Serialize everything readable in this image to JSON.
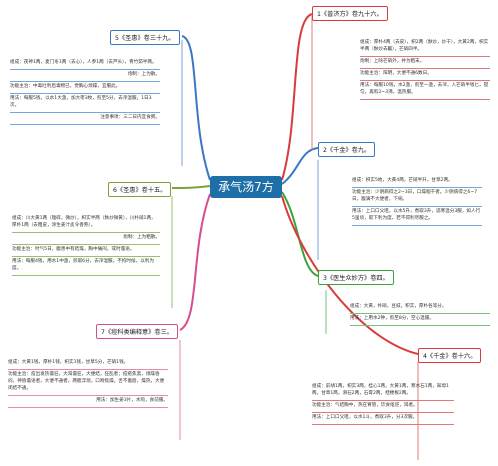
{
  "center": "承气汤7方",
  "branches": {
    "b1": {
      "title": "1《普济方》卷九十六。",
      "items": [
        "组成：厚朴4两（去皮），枳2两（麸炒，炒干），大黄2两，枳实半两（麸炒去瓤），芒硝四半。",
        "炮制：上除芒硝外，并为粗末。",
        "功能主治：阳明，大便不通6数日。",
        "用法：每服10钱，水2盏，煎至一盏，去滓，入芒硝半钱匕，搅匀，再煎2~3沸，温热服。"
      ]
    },
    "b2": {
      "title": "2《千金》卷九。",
      "items": [
        "组成：枳实5枚，大黄4两，芒硝半升，甘草2两。",
        "功能主治：少阴病得之2~3日，口燥咽干者。少阴病得之6~7日，腹满不大便者，下痢。",
        "用法：上口口父咀，以水5升，煮取3升，适寒温分3服，如人行5里顷，取下利为度，若不得利尽服之。"
      ]
    },
    "b3": {
      "title": "3《医生众妙方》卷四。",
      "items": [
        "组成：大黄，朴硝，豆豉，积实，厚朴各等分。",
        "用法：上用水2钟，煎至8分，空心温服。"
      ]
    },
    "b4": {
      "title": "4《千金》卷十六。",
      "items": [
        "组成：前胡1两，枳实3两，桂心1两，大黄1两，寒水石1两，知母1两，甘草1两，滑石2两，石膏2两，栝楼根2两。",
        "功能主治：气结胸中，热在胃管，饮食呕逆，渴者。",
        "用法：上口口父咀，以水1斗，煮取3升，分3次服。"
      ]
    },
    "b5": {
      "title": "5《圣惠》卷三十九。",
      "items": [
        "组成：茯神1两，麦门冬1两（去心），人参1两（去芦头），青竹茹半两。",
        "炮制：上为散。",
        "功能主治：中毒吐利后毒物已，觉胸心烦躁，宜服此。",
        "用法：每服5钱，以水1大盏，加大枣3枚，煎至5分，去滓温服，1日3次。",
        "注意事项：三二日内宜食粥。"
      ]
    },
    "b6": {
      "title": "6《圣惠》卷十五。",
      "items": [
        "组成：川大黄1两（锉碎，微炒），枳实半两（麸炒微黄），川朴硝1两，厚朴1两（去粗皮，涂生姜汁炙令香熟）。",
        "炮制：上为粗散。",
        "功能主治：时气5日，腹善中有结燥，胸中痛闷，或时谵语。",
        "用法：每服4钱，用水1中盏，煎取6分，去滓温服，不拘时候，以利为度。"
      ]
    },
    "b7": {
      "title": "7《痘科类编释意》卷三。",
      "items": [
        "组成：大黄1钱，厚朴1钱，枳实1钱，甘草5分，芒硝1钱。",
        "功能主治：痘出发热谵狂，大渴谵狂，大便结，狂乱者；痘疮焦黑，烦躁昏闷，神昏谵语者，大便不通者。两腮浮烦，口吻焦燥，舌不着唇，燥热，大便闭结不通。",
        "用法：加生姜3片，水煎，食前服。"
      ]
    }
  },
  "colors": {
    "center": "#1e6fa8",
    "red": "#d93b3b",
    "blue": "#3a78c4",
    "green": "#3aa33a",
    "purple": "#7b56b8",
    "olive": "#7aa33a",
    "pink": "#d54e93"
  }
}
